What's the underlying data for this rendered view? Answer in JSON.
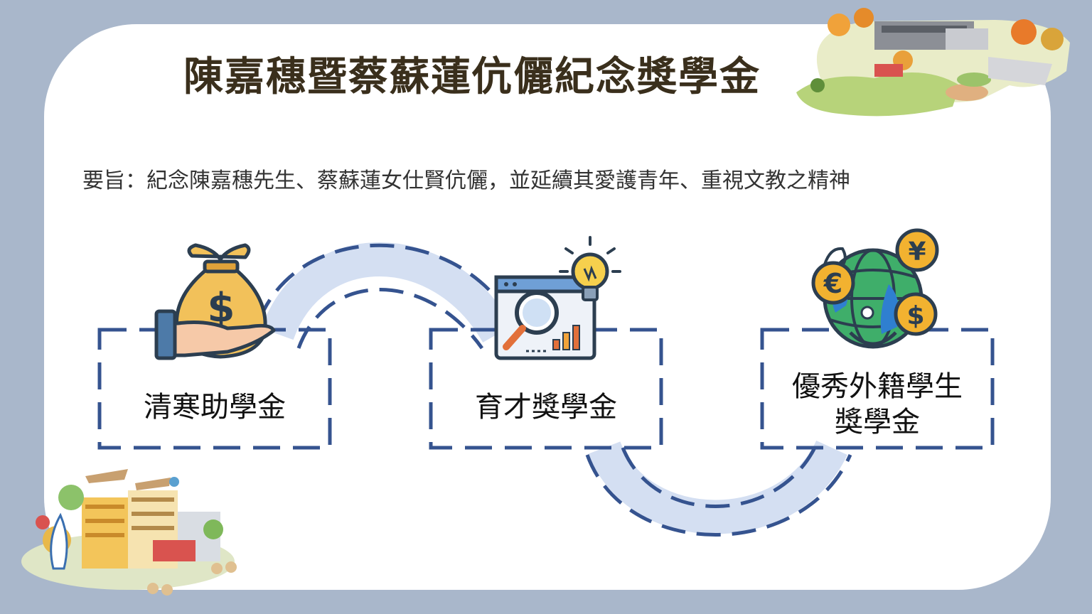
{
  "title": "陳嘉穗暨蔡蘇蓮伉儷紀念獎學金",
  "subtitle": "要旨：紀念陳嘉穗先生、蔡蘇蓮女仕賢伉儷，並延續其愛護青年、重視文教之精神",
  "items": [
    {
      "line1": "清寒助學金",
      "line2": "",
      "icon": "money-bag-hand-icon"
    },
    {
      "line1": "育才獎學金",
      "line2": "",
      "icon": "search-analytics-lightbulb-icon"
    },
    {
      "line1": "優秀外籍學生",
      "line2": "獎學金",
      "icon": "globe-currency-icon"
    }
  ],
  "colors": {
    "background": "#a9b7cb",
    "card": "#ffffff",
    "box_border": "#35538f",
    "path_band": "#d4dff2",
    "title": "#3a2f1c"
  }
}
